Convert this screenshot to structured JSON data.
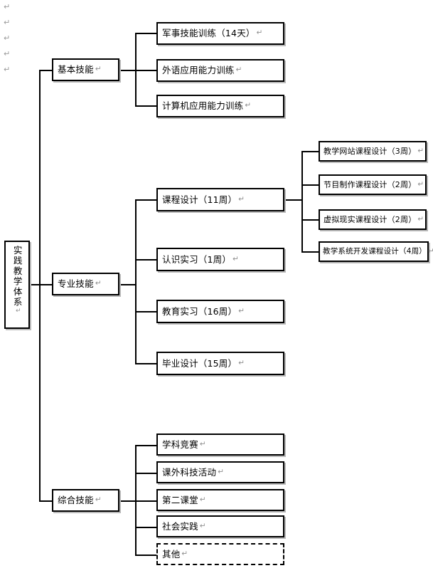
{
  "document": {
    "title": "实践教学体系",
    "paragraph_mark": "↵",
    "margin_marks_count": 5
  },
  "colors": {
    "box_border": "#000000",
    "box_fill": "#ffffff",
    "connector": "#000000",
    "shadow": "#b9b9b9",
    "pilcrow": "#9a9a9a",
    "page_background": "#ffffff"
  },
  "chart_data": {
    "type": "tree-diagram",
    "title": "实践教学体系",
    "orientation": "left-to-right",
    "levels": 4,
    "root": {
      "label": "实践教学体系",
      "vertical_text": true
    },
    "branches": [
      {
        "label": "基本技能",
        "children": [
          {
            "label": "军事技能训练（14天）",
            "duration": "14天"
          },
          {
            "label": "外语应用能力训练",
            "duration": ""
          },
          {
            "label": "计算机应用能力训练",
            "duration": ""
          }
        ]
      },
      {
        "label": "专业技能",
        "children": [
          {
            "label": "课程设计（11周）",
            "duration": "11周",
            "children": [
              {
                "label": "教学网站课程设计（3周）",
                "duration": "3周"
              },
              {
                "label": "节目制作课程设计（2周）",
                "duration": "2周"
              },
              {
                "label": "虚拟现实课程设计（2周）",
                "duration": "2周"
              },
              {
                "label": "教学系统开发课程设计（4周）",
                "duration": "4周"
              }
            ]
          },
          {
            "label": "认识实习（1周）",
            "duration": "1周"
          },
          {
            "label": "教育实习（16周）",
            "duration": "16周"
          },
          {
            "label": "毕业设计（15周）",
            "duration": "15周"
          }
        ]
      },
      {
        "label": "综合技能",
        "children": [
          {
            "label": "学科竞赛",
            "duration": ""
          },
          {
            "label": "课外科技活动",
            "duration": ""
          },
          {
            "label": "第二课堂",
            "duration": ""
          },
          {
            "label": "社会实践",
            "duration": ""
          },
          {
            "label": "其他",
            "duration": "",
            "selected": true
          }
        ]
      }
    ]
  },
  "nodes": {
    "root": "实践教学体系",
    "basic_skills": "基本技能",
    "professional_skills": "专业技能",
    "comprehensive_skills": "综合技能",
    "military_training": "军事技能训练（14天）",
    "foreign_language": "外语应用能力训练",
    "computer_ability": "计算机应用能力训练",
    "course_design": "课程设计（11周）",
    "cognitive_practice": "认识实习（1周）",
    "education_practice": "教育实习（16周）",
    "graduation_design": "毕业设计（15周）",
    "teaching_website": "教学网站课程设计（3周）",
    "program_production": "节目制作课程设计（2周）",
    "virtual_reality": "虚拟现实课程设计（2周）",
    "teaching_system_dev": "教学系统开发课程设计（4周）",
    "discipline_contest": "学科竞赛",
    "extracurricular_tech": "课外科技活动",
    "second_classroom": "第二课堂",
    "social_practice": "社会实践",
    "other": "其他"
  }
}
